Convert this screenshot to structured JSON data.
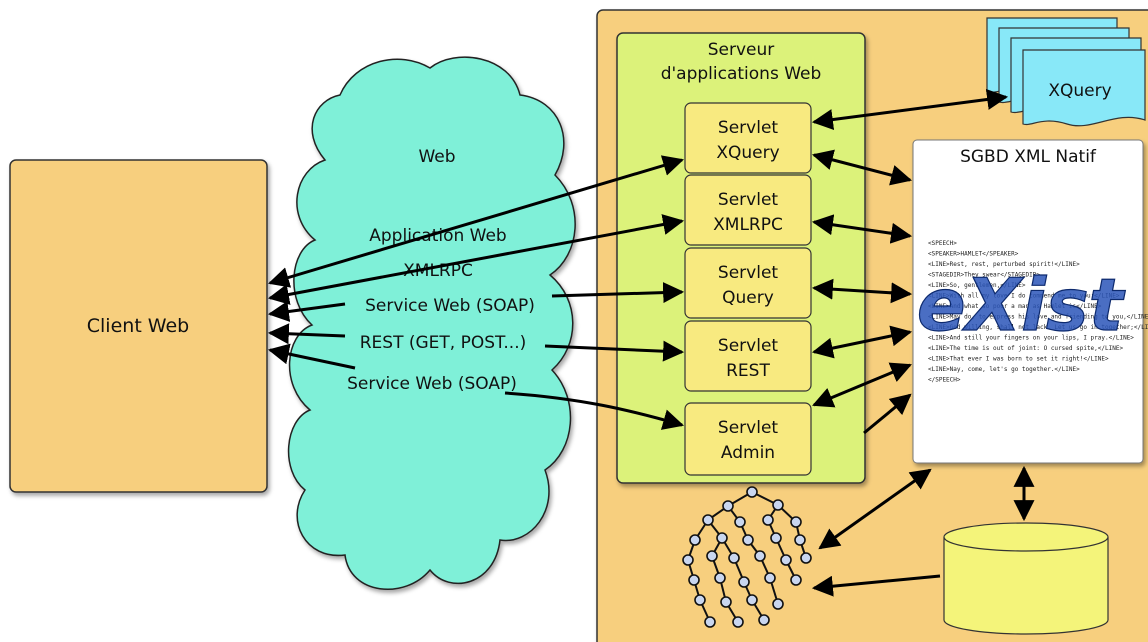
{
  "colors": {
    "panel": "#f7cf7e",
    "server": "#dcf27a",
    "servlet": "#f8ea80",
    "cloud": "#7ff0d8",
    "xquery_doc": "#88e8f8",
    "db": "#f4f47a"
  },
  "labels": {
    "client": "Client Web",
    "web": "Web",
    "server_line1": "Serveur",
    "server_line2": "d'applications Web",
    "sgbd_title": "SGBD XML Natif",
    "xquery_docs": "XQuery",
    "exist_logo": "eXist"
  },
  "protocols": [
    "Application Web",
    "XMLRPC",
    "Service Web (SOAP)",
    "REST (GET, POST...)",
    "Service Web (SOAP)"
  ],
  "servlets": [
    {
      "line1": "Servlet",
      "line2": "XQuery"
    },
    {
      "line1": "Servlet",
      "line2": "XMLRPC"
    },
    {
      "line1": "Servlet",
      "line2": "Query"
    },
    {
      "line1": "Servlet",
      "line2": "REST"
    },
    {
      "line1": "Servlet",
      "line2": "Admin"
    }
  ],
  "code_lines": [
    "<SPEECH>",
    "<SPEAKER>HAMLET</SPEAKER>",
    "<LINE>Rest, rest, perturbed spirit!</LINE>",
    "<STAGEDIR>They swear</STAGEDIR>",
    "<LINE>So, gentlemen,</LINE>",
    "<LINE>With all my love I do commend me to you:</LINE>",
    "<LINE>And what so poor a man as Hamlet is</LINE>",
    "<LINE>May do, to express his love and friending to you,</LINE>",
    "<LINE>God willing, shall not lack. Let us go in together;</LINE>",
    "<LINE>And still your fingers on your lips, I pray.</LINE>",
    "<LINE>The time is out of joint: O cursed spite,</LINE>",
    "<LINE>That ever I was born to set it right!</LINE>",
    "<LINE>Nay, come, let's go together.</LINE>",
    "</SPEECH>"
  ]
}
